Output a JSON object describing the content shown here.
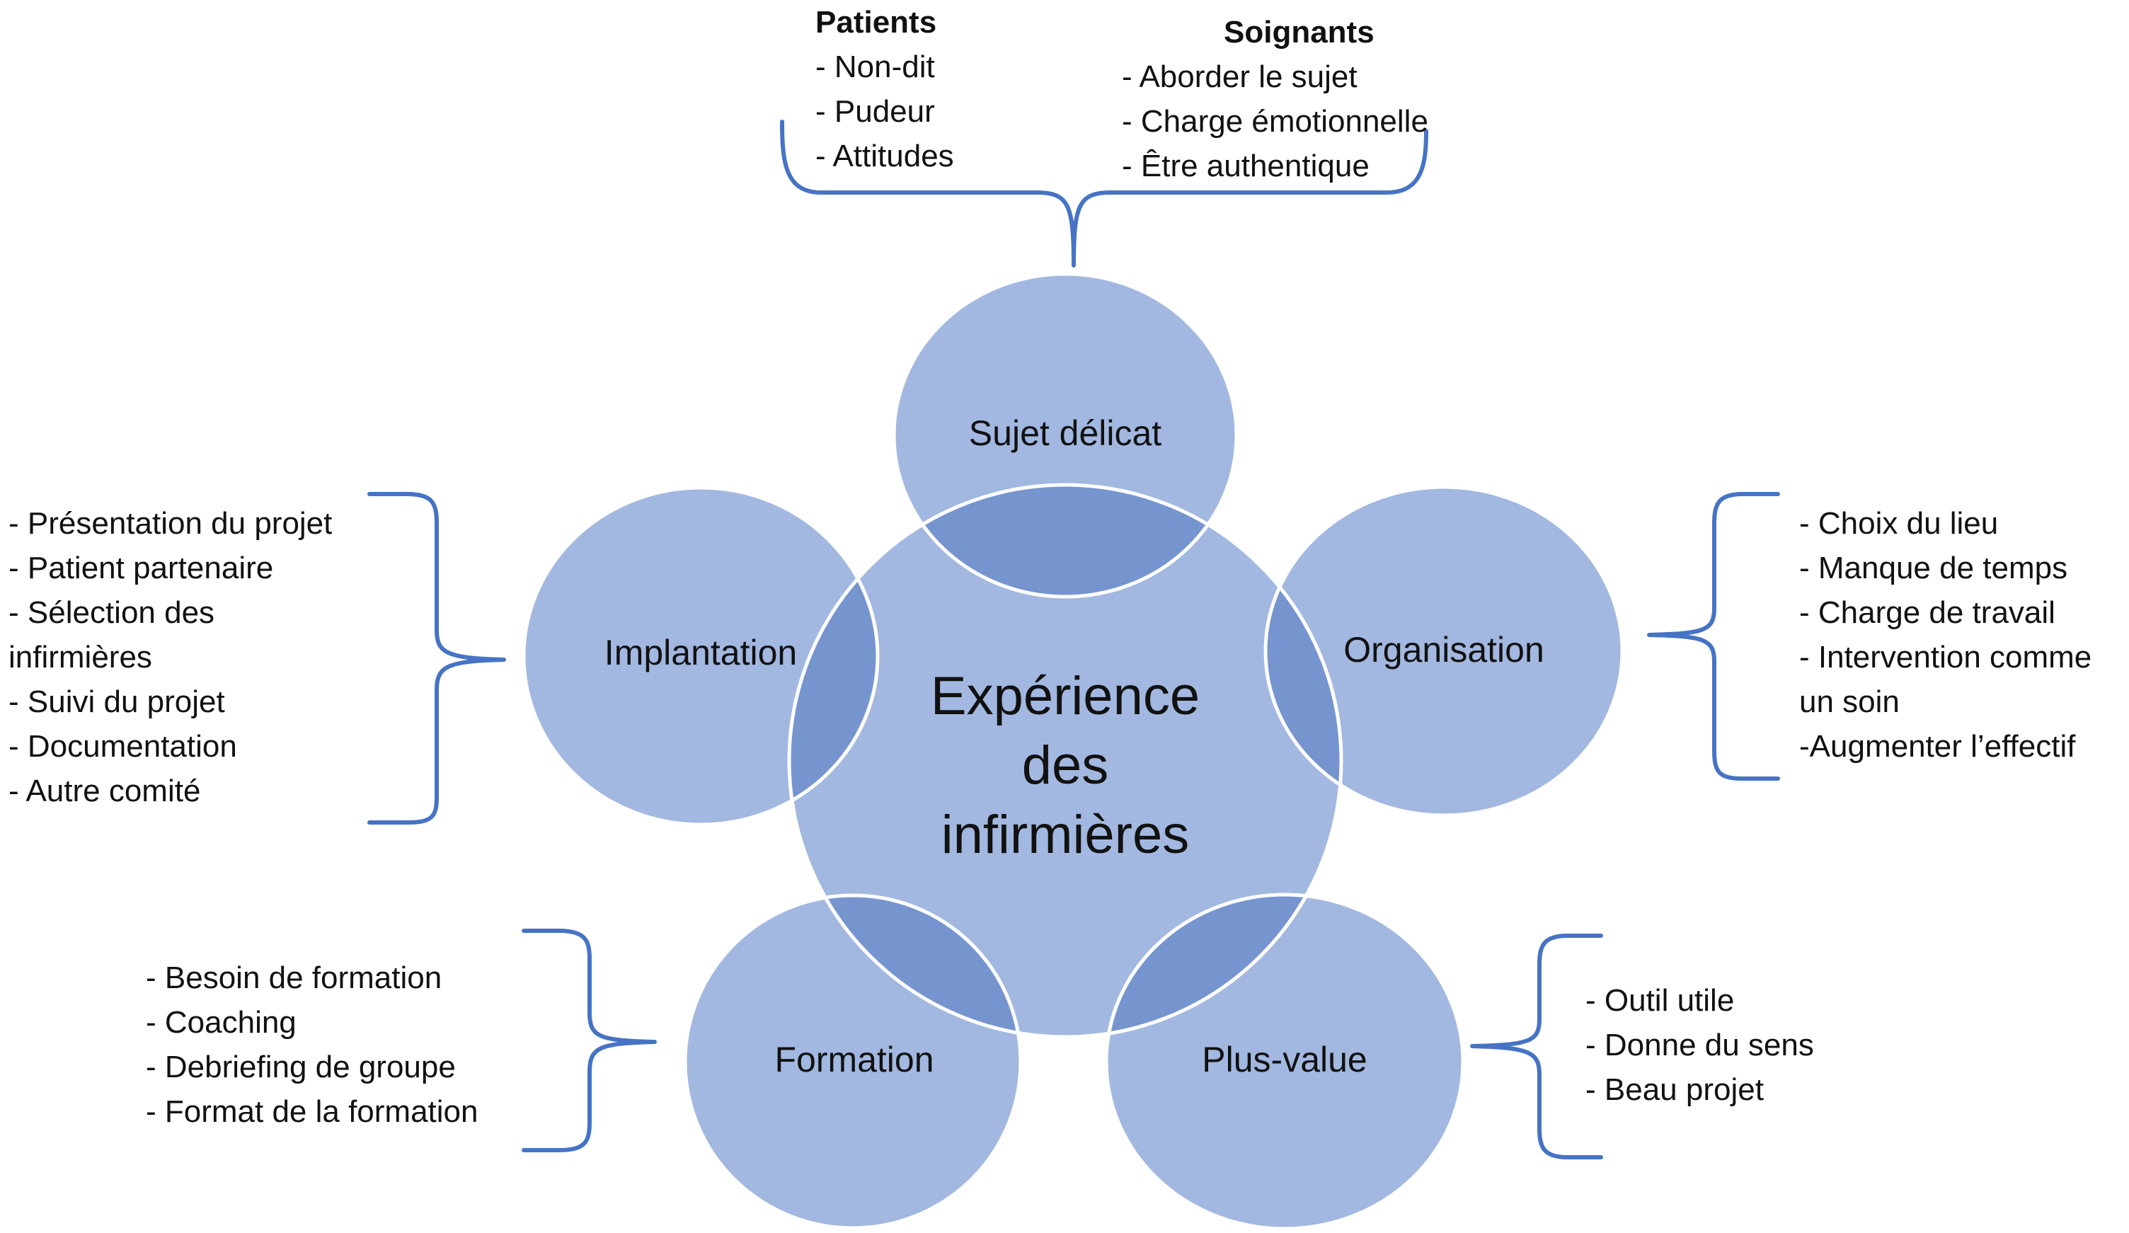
{
  "colors": {
    "circle_fill": "#a2b8e0",
    "circle_overlap": "#7695cf",
    "circle_stroke": "#ffffff",
    "brace": "#4673c4",
    "text": "#111111"
  },
  "center": {
    "line1": "Expérience",
    "line2": "des",
    "line3": "infirmières"
  },
  "themes": {
    "sujet": {
      "label": "Sujet délicat",
      "patients": {
        "heading": "Patients",
        "items": [
          "- Non-dit",
          "- Pudeur",
          "- Attitudes"
        ]
      },
      "soignants": {
        "heading": "Soignants",
        "items": [
          "- Aborder le sujet",
          "- Charge émotionnelle",
          "- Être authentique"
        ]
      }
    },
    "implantation": {
      "label": "Implantation",
      "items": [
        "- Présentation du projet",
        "- Patient partenaire",
        "- Sélection des",
        "infirmières",
        "- Suivi du projet",
        "- Documentation",
        "- Autre comité"
      ]
    },
    "organisation": {
      "label": "Organisation",
      "items": [
        "- Choix du lieu",
        "- Manque de temps",
        "- Charge de travail",
        "- Intervention comme",
        "un soin",
        "-Augmenter l’effectif"
      ]
    },
    "formation": {
      "label": "Formation",
      "items": [
        "- Besoin de formation",
        "- Coaching",
        "- Debriefing de groupe",
        "- Format de la formation"
      ]
    },
    "plusvalue": {
      "label": "Plus-value",
      "items": [
        "- Outil utile",
        "- Donne du sens",
        "- Beau projet"
      ]
    }
  }
}
